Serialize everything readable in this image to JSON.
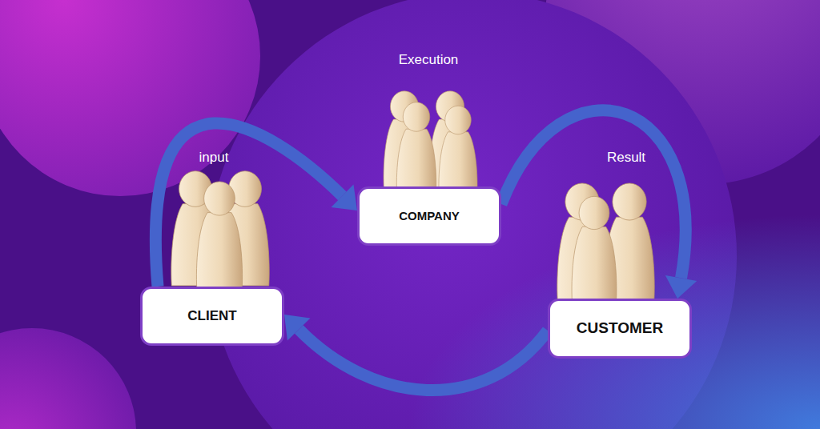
{
  "diagram": {
    "nodes": [
      {
        "text": [
          "CLIENT"
        ]
      },
      {
        "text": [
          "COMPANY"
        ]
      },
      {
        "text": [
          "CUSTOMER"
        ]
      }
    ],
    "edges": [
      {
        "from": 0,
        "to": 1,
        "arrow": "to"
      },
      {
        "from": 1,
        "to": 2,
        "arrow": "to"
      },
      {
        "from": 2,
        "to": 0,
        "arrow": "to"
      }
    ],
    "labels": [
      "Execution",
      "input",
      "Result"
    ]
  }
}
